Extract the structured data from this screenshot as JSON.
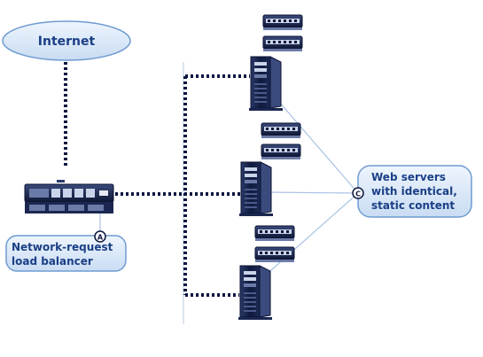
{
  "diagram": {
    "internet_label": "Internet",
    "load_balancer": {
      "line1": "Network-request",
      "line2": "load balancer",
      "callout": "A"
    },
    "web_servers": {
      "line1": "Web servers",
      "line2": "with identical,",
      "line3": "static content",
      "callout": "C"
    }
  },
  "colors": {
    "label_text": "#1a3f86",
    "bubble_fill": "#d7e6f7",
    "bubble_stroke": "#6f9bd1",
    "dotted_line": "#0a1640",
    "connector_line": "#a9c2e4",
    "hardware_dark": "#101a3a"
  },
  "icons": [
    "cloud-shape",
    "load-balancer-icon",
    "tower-server-icon",
    "rack-server-icon",
    "callout-circle-icon"
  ]
}
